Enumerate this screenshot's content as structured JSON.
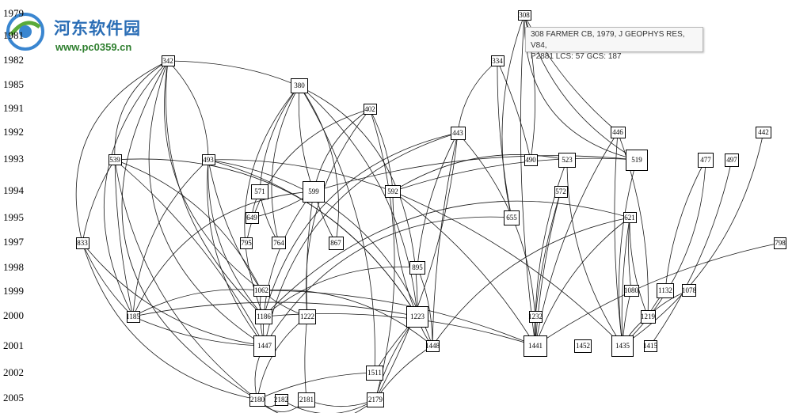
{
  "watermark": {
    "title": "河东软件园",
    "url": "www.pc0359.cn"
  },
  "tooltip": {
    "line1": "308 FARMER CB, 1979, J GEOPHYS RES, V84,",
    "line2": "P2881 LCS: 57 GCS: 187"
  },
  "years": [
    "1979",
    "1981",
    "1982",
    "1985",
    "1991",
    "1992",
    "1993",
    "1994",
    "1995",
    "1997",
    "1998",
    "1999",
    "2000",
    "2001",
    "2002",
    "2005"
  ],
  "nodes": [
    "308",
    "334",
    "342",
    "380",
    "402",
    "443",
    "446",
    "442",
    "490",
    "523",
    "519",
    "477",
    "497",
    "539",
    "493",
    "571",
    "599",
    "592",
    "572",
    "655",
    "649",
    "795",
    "764",
    "867",
    "621",
    "798",
    "833",
    "895",
    "1062",
    "1080",
    "1132",
    "1078",
    "1185",
    "1186",
    "1222",
    "1223",
    "1232",
    "1219",
    "1447",
    "1448",
    "1441",
    "1452",
    "1435",
    "1415",
    "1511",
    "2180",
    "2182",
    "2181",
    "2179"
  ],
  "colors": {
    "line": "#1a1a1a",
    "node_border": "#000000",
    "background": "#ffffff"
  }
}
